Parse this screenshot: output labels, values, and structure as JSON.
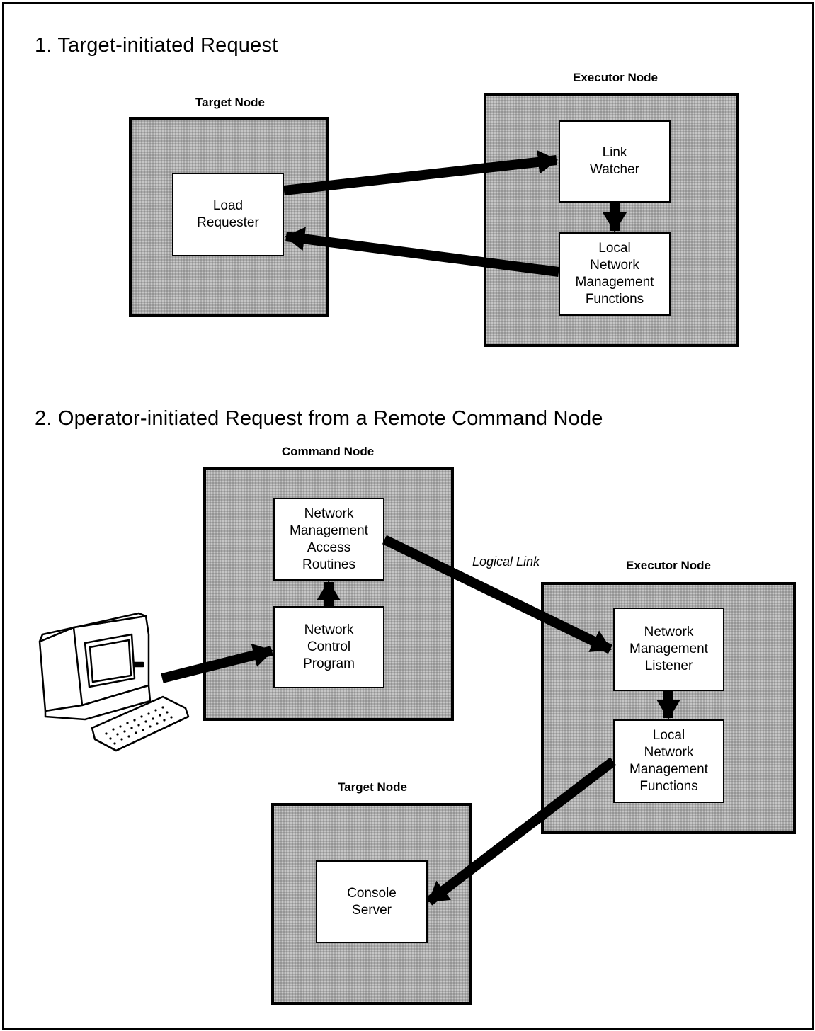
{
  "section1": {
    "title": "1.  Target-initiated Request",
    "target_node": {
      "label": "Target Node",
      "load_requester": [
        "Load",
        "Requester"
      ]
    },
    "executor_node": {
      "label": "Executor Node",
      "link_watcher": [
        "Link",
        "Watcher"
      ],
      "local_nm_functions": [
        "Local",
        "Network",
        "Management",
        "Functions"
      ]
    }
  },
  "section2": {
    "title": "2.  Operator-initiated Request from a Remote Command Node",
    "command_node": {
      "label": "Command Node",
      "nm_access_routines": [
        "Network",
        "Management",
        "Access",
        "Routines"
      ],
      "network_control_program": [
        "Network",
        "Control",
        "Program"
      ]
    },
    "logical_link_label": "Logical Link",
    "executor_node": {
      "label": "Executor Node",
      "nm_listener": [
        "Network",
        "Management",
        "Listener"
      ],
      "local_nm_functions": [
        "Local",
        "Network",
        "Management",
        "Functions"
      ]
    },
    "target_node": {
      "label": "Target Node",
      "console_server": [
        "Console",
        "Server"
      ]
    }
  },
  "icons": [
    "computer-terminal-icon",
    "keyboard-icon"
  ]
}
